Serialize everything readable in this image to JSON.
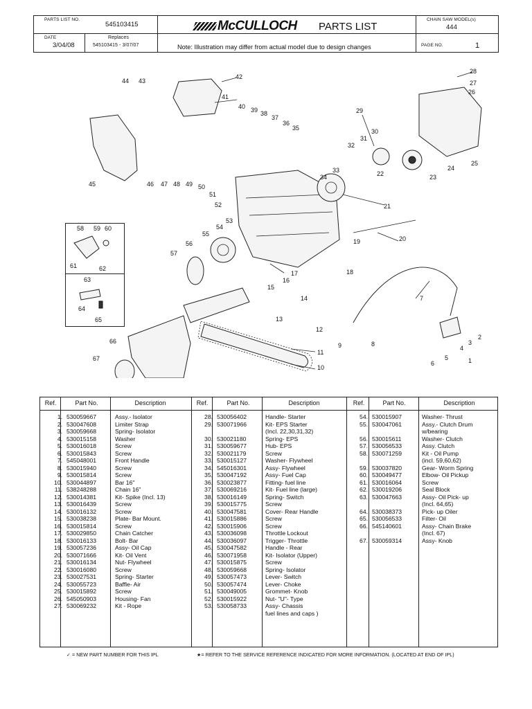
{
  "header": {
    "parts_list_no_label": "PARTS LIST NO.",
    "parts_list_no": "545103415",
    "date_label": "DATE",
    "date": "3/04/08",
    "replaces_label": "Replaces",
    "replaces": "545103415 - 3/07/07",
    "brand": "McCULLOCH",
    "title": "PARTS LIST",
    "note": "Note: Illustration may differ from actual model due to design changes",
    "model_label": "CHAIN SAW MODEL(s)",
    "model": "444",
    "page_label": "PAGE NO.",
    "page": "1"
  },
  "table": {
    "headers": {
      "ref": "Ref.",
      "part": "Part No.",
      "desc": "Description"
    },
    "col1": [
      [
        "1.",
        "530059667",
        "Assy.- Isolator"
      ],
      [
        "2.",
        "530047608",
        "Limiter Strap"
      ],
      [
        "3.",
        "530059668",
        "Spring- Isolator"
      ],
      [
        "4.",
        "530015158",
        "Washer"
      ],
      [
        "5.",
        "530016018",
        "Screw"
      ],
      [
        "6.",
        "530015843",
        "Screw"
      ],
      [
        "7.",
        "545048001",
        "Front Handle"
      ],
      [
        "8.",
        "530015940",
        "Screw"
      ],
      [
        "9.",
        "530015814",
        "Screw"
      ],
      [
        "10.",
        "530044897",
        "Bar 16\""
      ],
      [
        "11.",
        "538248288",
        "Chain 16\""
      ],
      [
        "12.",
        "530014381",
        "Kit- Spike (Incl. 13)"
      ],
      [
        "13.",
        "530016439",
        "Screw"
      ],
      [
        "14.",
        "530016132",
        "Screw"
      ],
      [
        "15.",
        "530038238",
        "Plate- Bar Mount."
      ],
      [
        "16.",
        "530015814",
        "Screw"
      ],
      [
        "17.",
        "530029850",
        "Chain Catcher"
      ],
      [
        "18.",
        "530016133",
        "Bolt- Bar"
      ],
      [
        "19.",
        "530057236",
        "Assy- Oil Cap"
      ],
      [
        "20.",
        "530071666",
        "Kit- Oil Vent"
      ],
      [
        "21.",
        "530016134",
        "Nut- Flywheel"
      ],
      [
        "22.",
        "530016080",
        "Screw"
      ],
      [
        "23.",
        "530027531",
        "Spring- Starter"
      ],
      [
        "24.",
        "530055723",
        "Baffle- Air"
      ],
      [
        "25.",
        "530015892",
        "Screw"
      ],
      [
        "26.",
        "545050903",
        "Housing- Fan"
      ],
      [
        "27.",
        "530069232",
        "Kit - Rope"
      ]
    ],
    "col2": [
      [
        "28.",
        "530056402",
        "Handle- Starter"
      ],
      [
        "29.",
        "530071966",
        "Kit- EPS Starter"
      ],
      [
        "",
        "",
        "(Incl. 22,30,31,32)"
      ],
      [
        "30.",
        "530021180",
        "Spring- EPS"
      ],
      [
        "31.",
        "530059677",
        "Hub- EPS"
      ],
      [
        "32.",
        "530021179",
        "Screw"
      ],
      [
        "33.",
        "530015127",
        "Washer- Flywheel"
      ],
      [
        "34.",
        "545016301",
        "Assy- Flywheel"
      ],
      [
        "35.",
        "530047192",
        "Assy- Fuel Cap"
      ],
      [
        "36.",
        "530023877",
        "Fitting- fuel line"
      ],
      [
        "37.",
        "530069216",
        "Kit- Fuel line (large)"
      ],
      [
        "38.",
        "530016149",
        "Spring- Switch"
      ],
      [
        "39.",
        "530015775",
        "Screw"
      ],
      [
        "40.",
        "530047581",
        "Cover- Rear Handle"
      ],
      [
        "41.",
        "530015886",
        "Screw"
      ],
      [
        "42.",
        "530015906",
        "Screw"
      ],
      [
        "43.",
        "530036098",
        "Throttle Lockout"
      ],
      [
        "44.",
        "530036097",
        "Trigger- Throttle"
      ],
      [
        "45.",
        "530047582",
        "Handle - Rear"
      ],
      [
        "46.",
        "530071958",
        "Kit- Isolator (Upper)"
      ],
      [
        "47.",
        "530015875",
        "Screw"
      ],
      [
        "48.",
        "530059668",
        "Spring- Isolator"
      ],
      [
        "49.",
        "530057473",
        "Lever- Switch"
      ],
      [
        "50.",
        "530057474",
        "Lever- Choke"
      ],
      [
        "51.",
        "530049005",
        "Grommet- Knob"
      ],
      [
        "52.",
        "530015922",
        "Nut- \"U\"- Type"
      ],
      [
        "53.",
        "530058733",
        "Assy- Chassis"
      ],
      [
        "",
        "",
        "fuel lines and caps )"
      ]
    ],
    "col3": [
      [
        "54.",
        "530015907",
        "Washer- Thrust"
      ],
      [
        "55.",
        "530047061",
        "Assy.- Clutch Drum"
      ],
      [
        "",
        "",
        "w/bearing"
      ],
      [
        "56.",
        "530015611",
        "Washer- Clutch"
      ],
      [
        "57.",
        "530056533",
        "Assy. Clutch"
      ],
      [
        "58.",
        "530071259",
        "Kit - Oil Pump"
      ],
      [
        "",
        "",
        "(incl. 59,60,62)"
      ],
      [
        "59.",
        "530037820",
        "Gear- Worm Spring"
      ],
      [
        "60.",
        "530049477",
        "Elbow- Oil Pickup"
      ],
      [
        "61.",
        "530016064",
        "Screw"
      ],
      [
        "62.",
        "530019206",
        "Seal Block"
      ],
      [
        "63.",
        "530047663",
        "Assy- Oil Pick- up"
      ],
      [
        "",
        "",
        "(Incl. 64,65)"
      ],
      [
        "64.",
        "530038373",
        "Pick- up Oiler"
      ],
      [
        "65.",
        "530056533",
        "Filter- Oil"
      ],
      [
        "66.",
        "545140601",
        "Assy- Chain Brake"
      ],
      [
        "",
        "",
        "(Incl. 67)"
      ],
      [
        "67.",
        "530059314",
        "Assy- Knob"
      ]
    ]
  },
  "footer": {
    "new_part": "= NEW PART NUMBER FOR THIS IPL",
    "service_ref": "= REFER TO THE SERVICE REFERENCE INDICATED FOR MORE INFORMATION. (LOCATED AT END OF IPL)"
  },
  "callouts": [
    "1",
    "2",
    "3",
    "4",
    "5",
    "6",
    "7",
    "8",
    "9",
    "10",
    "11",
    "12",
    "13",
    "14",
    "15",
    "16",
    "17",
    "18",
    "19",
    "20",
    "21",
    "22",
    "23",
    "24",
    "25",
    "26",
    "27",
    "28",
    "29",
    "30",
    "31",
    "32",
    "33",
    "34",
    "35",
    "36",
    "37",
    "38",
    "39",
    "40",
    "41",
    "42",
    "43",
    "44",
    "45",
    "46",
    "47",
    "48",
    "49",
    "50",
    "51",
    "52",
    "53",
    "54",
    "55",
    "56",
    "57",
    "58",
    "59",
    "60",
    "61",
    "62",
    "63",
    "64",
    "65",
    "66",
    "67"
  ]
}
